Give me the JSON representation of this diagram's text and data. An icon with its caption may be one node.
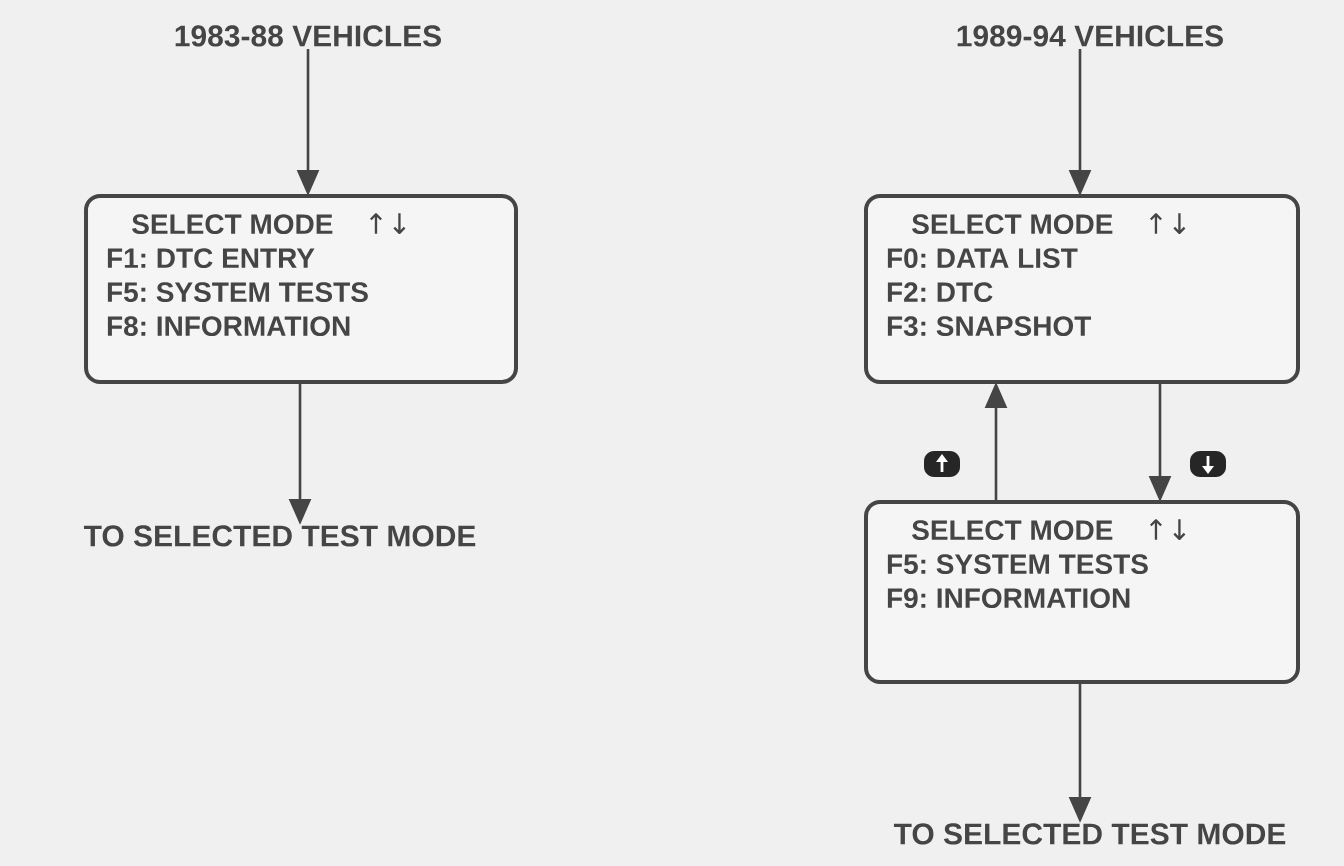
{
  "diagram": {
    "nodes": [
      {
        "text": [
          "1983-88 VEHICLES"
        ]
      },
      {
        "text": [
          "SELECT MODE",
          "↑↓",
          "F1: DTC ENTRY",
          "F5: SYSTEM TESTS",
          "F8: INFORMATION"
        ]
      },
      {
        "text": [
          "TO SELECTED TEST MODE"
        ]
      },
      {
        "text": [
          "1989-94 VEHICLES"
        ]
      },
      {
        "text": [
          "SELECT MODE",
          "↑↓",
          "F0: DATA LIST",
          "F2: DTC",
          "F3: SNAPSHOT"
        ]
      },
      {
        "text": [
          "SELECT MODE",
          "↑↓",
          "F5: SYSTEM TESTS",
          "F9: INFORMATION"
        ]
      },
      {
        "text": [
          "TO SELECTED TEST MODE"
        ]
      }
    ],
    "edges": [
      {
        "from": 0,
        "to": 1,
        "arrow": "to"
      },
      {
        "from": 1,
        "to": 2,
        "arrow": "to"
      },
      {
        "from": 3,
        "to": 4,
        "arrow": "to"
      },
      {
        "from": 5,
        "to": 4,
        "arrow": "to"
      },
      {
        "from": 4,
        "to": 5,
        "arrow": "to"
      },
      {
        "from": 5,
        "to": 6,
        "arrow": "to"
      }
    ]
  }
}
